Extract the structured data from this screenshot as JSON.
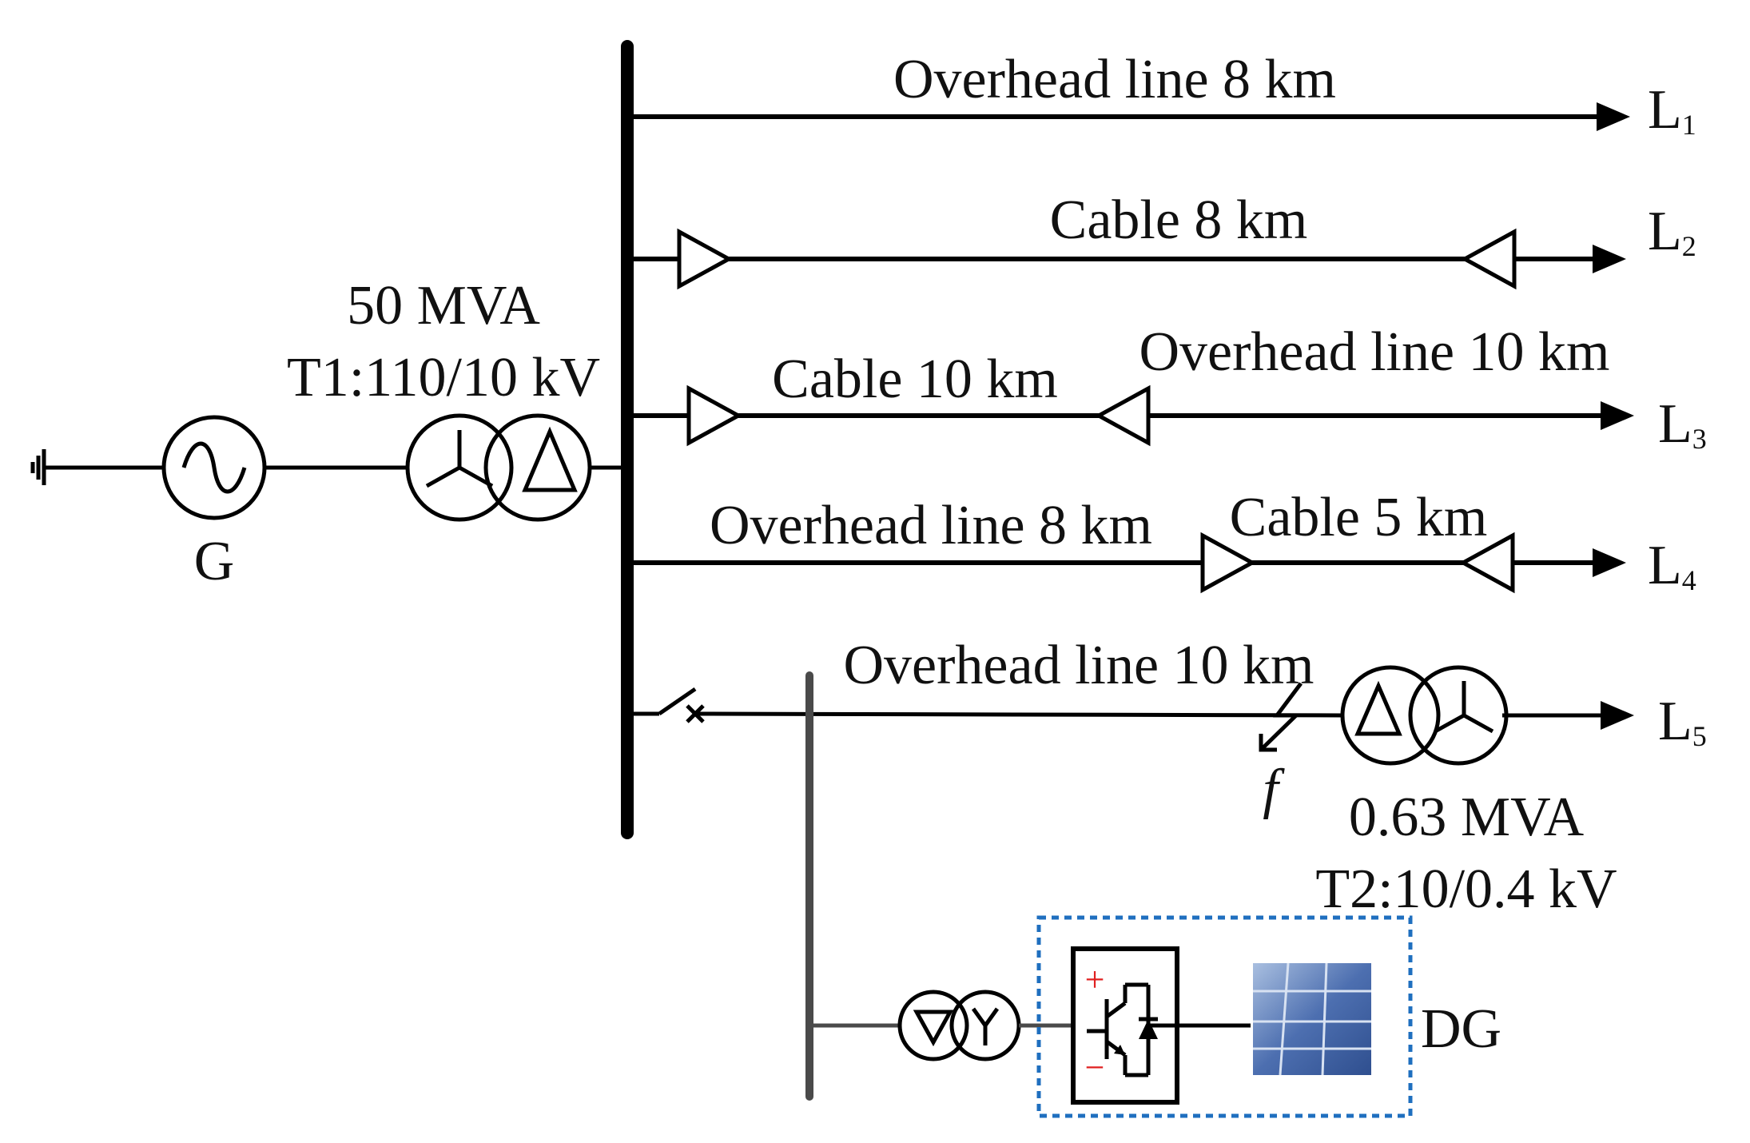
{
  "generator": {
    "label": "G"
  },
  "transformer_t1": {
    "rating": "50 MVA",
    "ratio": "T1:110/10 kV"
  },
  "feeders": [
    {
      "load": "L",
      "index": "1",
      "labels": [
        "Overhead line 8 km"
      ]
    },
    {
      "load": "L",
      "index": "2",
      "labels": [
        "Cable 8 km"
      ]
    },
    {
      "load": "L",
      "index": "3",
      "labels": [
        "Cable 10 km",
        "Overhead line 10 km"
      ]
    },
    {
      "load": "L",
      "index": "4",
      "labels": [
        "Overhead line 8 km",
        "Cable 5 km"
      ]
    },
    {
      "load": "L",
      "index": "5",
      "labels": [
        "Overhead line 10 km"
      ]
    }
  ],
  "fault": {
    "label": "f"
  },
  "transformer_t2": {
    "rating": "0.63 MVA",
    "ratio": "T2:10/0.4 kV"
  },
  "dg": {
    "label": "DG",
    "inverter_plus": "+",
    "inverter_minus": "−"
  },
  "colors": {
    "dg_box": "#1f6fbf",
    "polarity": "#e02020",
    "panel": "#3f63a8"
  }
}
